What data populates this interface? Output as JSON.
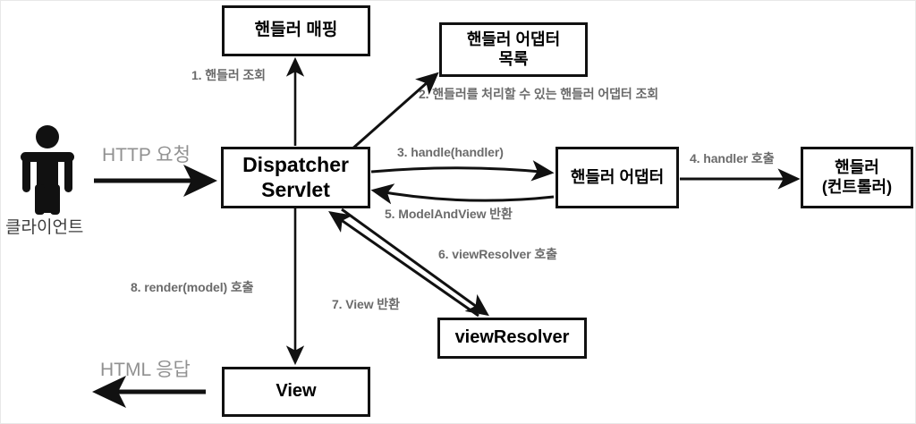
{
  "diagram": {
    "title": "Spring MVC DispatcherServlet Flow",
    "background_color": "#ffffff",
    "node_border_color": "#111111",
    "edge_label_color": "#6b6b6b",
    "soft_label_color": "#919191",
    "actor_color": "#111111"
  },
  "actor": {
    "name": "client-actor",
    "label": "클라이언트"
  },
  "nodes": [
    {
      "id": "handler-mapping",
      "label": "핸들러 매핑"
    },
    {
      "id": "handler-adapter-list",
      "label": "핸들러 어댑터\n목록"
    },
    {
      "id": "dispatcher-servlet",
      "label": "Dispatcher\nServlet"
    },
    {
      "id": "handler-adapter",
      "label": "핸들러 어댑터"
    },
    {
      "id": "handler-controller",
      "label": "핸들러\n(컨트롤러)"
    },
    {
      "id": "view-resolver",
      "label": "viewResolver"
    },
    {
      "id": "view",
      "label": "View"
    }
  ],
  "edge_labels": [
    {
      "id": "step-1",
      "text": "1. 핸들러 조회"
    },
    {
      "id": "step-2",
      "text": "2. 핸들러를 처리할 수 있는 핸들러 어댑터 조회"
    },
    {
      "id": "step-3",
      "text": "3. handle(handler)"
    },
    {
      "id": "step-4",
      "text": "4. handler 호출"
    },
    {
      "id": "step-5",
      "text": "5. ModelAndView 반환"
    },
    {
      "id": "step-6",
      "text": "6. viewResolver 호출"
    },
    {
      "id": "step-7",
      "text": "7. View 반환"
    },
    {
      "id": "step-8",
      "text": "8. render(model) 호출"
    }
  ],
  "soft_labels": [
    {
      "id": "http-request",
      "text": "HTTP 요청"
    },
    {
      "id": "html-response",
      "text": "HTML 응답"
    }
  ]
}
